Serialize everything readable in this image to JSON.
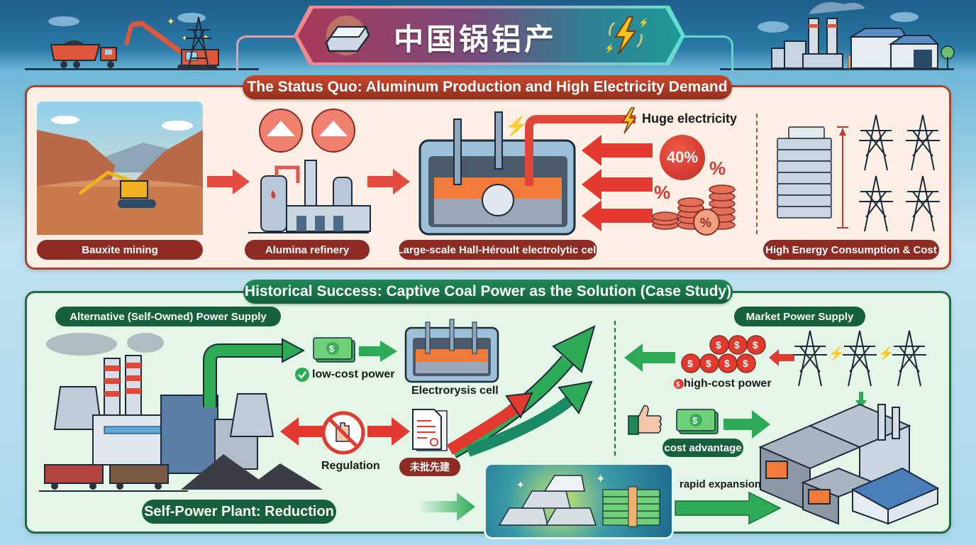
{
  "header": {
    "title": "中国锅铝产",
    "left_scene": "mining-excavator-truck-scene",
    "right_scene": "factory-warehouse-scene"
  },
  "status_quo": {
    "banner": "The Status Quo: Aluminum Production and High Electricity Demand",
    "steps": [
      {
        "label": "Bauxite mining",
        "icon": "open-pit-mine-icon"
      },
      {
        "label": "Alumina refinery",
        "icon": "refinery-icon"
      },
      {
        "label": "Large-scale Hall-Héroult electrolytic cell",
        "icon": "electrolytic-cell-icon"
      },
      {
        "label": "High Energy Consumption & Cost",
        "icon": "aluminum-stack-icon"
      }
    ],
    "electricity_label": "Huge electricity",
    "share_badge": "40%",
    "percent_symbol": "%",
    "accent_color": "#a8432e"
  },
  "historical": {
    "banner": "Historical Success: Captive Coal Power as the Solution (Case Study)",
    "alternative_label": "Alternative (Self-Owned) Power Supply",
    "low_cost_label": "low-cost power",
    "electrolysis_label": "Electrorysis cell",
    "regulation_label": "Regulation",
    "unapproved_label": "未批先建",
    "self_power_label": "Self-Power Plant: Reduction",
    "market_label": "Market Power Supply",
    "high_cost_label": "high-cost power",
    "cost_advantage_label": "cost advantage",
    "rapid_expansion_label": "rapid expansion",
    "accent_color": "#1f6a45"
  }
}
